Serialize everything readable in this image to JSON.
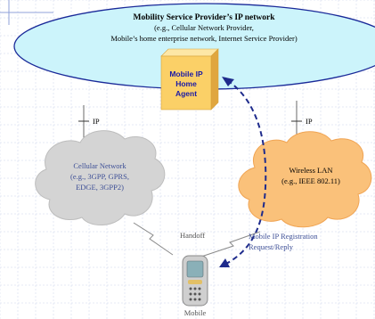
{
  "ip_network": {
    "title": "Mobility Service Provider’s IP network",
    "subtitle_line1": "(e.g., Cellular Network Provider,",
    "subtitle_line2": "Mobile’s home enterprise network, Internet Service Provider)"
  },
  "home_agent": {
    "line1": "Mobile IP",
    "line2": "Home",
    "line3": "Agent"
  },
  "ip_links": {
    "left_label": "IP",
    "right_label": "IP"
  },
  "cellular_network": {
    "line1": "Cellular Network",
    "line2": "(e.g., 3GPP, GPRS,",
    "line3": "EDGE, 3GPP2)"
  },
  "wireless_lan": {
    "line1": "Wireless LAN",
    "line2": "(e.g., IEEE 802.11)"
  },
  "handoff": {
    "label": "Handoff"
  },
  "registration": {
    "line1": "Mobile IP Registration",
    "line2": "Request/Reply"
  },
  "mobile": {
    "label": "Mobile"
  },
  "colors": {
    "background": "#ffffff",
    "grid": "#c9d3ec",
    "ellipse_fill": "#ccf4fb",
    "ellipse_stroke": "#1a2a99",
    "home_agent_fill": "#fbd067",
    "home_agent_text": "#1a1aa6",
    "cellular_cloud": "#d4d4d4",
    "wlan_cloud": "#fac17a",
    "dashed_arrow": "#1e2b8c",
    "cell_text": "#3d4f96",
    "gray_text": "#555555"
  }
}
